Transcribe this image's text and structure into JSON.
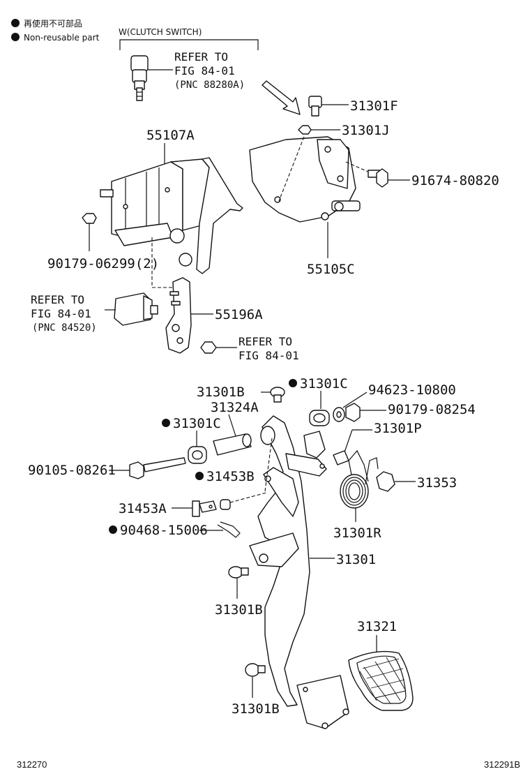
{
  "legend": {
    "jp_text": "再使用不可部品",
    "en_text": "Non-reusable part"
  },
  "clutch_switch_header": "W(CLUTCH SWITCH)",
  "refer_upper": {
    "line1": "REFER TO",
    "line2": "FIG 84-01",
    "line3": "(PNC 88280A)"
  },
  "refer_mid": {
    "line1": "REFER TO",
    "line2": "FIG 84-01",
    "line3": "(PNC 84520)"
  },
  "refer_nut": {
    "line1": "REFER TO",
    "line2": "FIG 84-01"
  },
  "parts": {
    "p31301F": "31301F",
    "p31301J": "31301J",
    "p55107A": "55107A",
    "p91674": "91674-80820",
    "p90179a": "90179-06299(2)",
    "p55105C": "55105C",
    "p55196A": "55196A",
    "p31301B_top": "31301B",
    "p31301C_top": "31301C",
    "p94623": "94623-10800",
    "p31324A": "31324A",
    "p90179b": "90179-08254",
    "p31301C_left": "31301C",
    "p31301P": "31301P",
    "p90105": "90105-08261",
    "p31453B": "31453B",
    "p31353": "31353",
    "p31453A": "31453A",
    "p90468": "90468-15006",
    "p31301R": "31301R",
    "p31301": "31301",
    "p31301B_mid": "31301B",
    "p31321": "31321",
    "p31301B_bot": "31301B"
  },
  "footer": {
    "left": "312270",
    "right": "312291B"
  }
}
